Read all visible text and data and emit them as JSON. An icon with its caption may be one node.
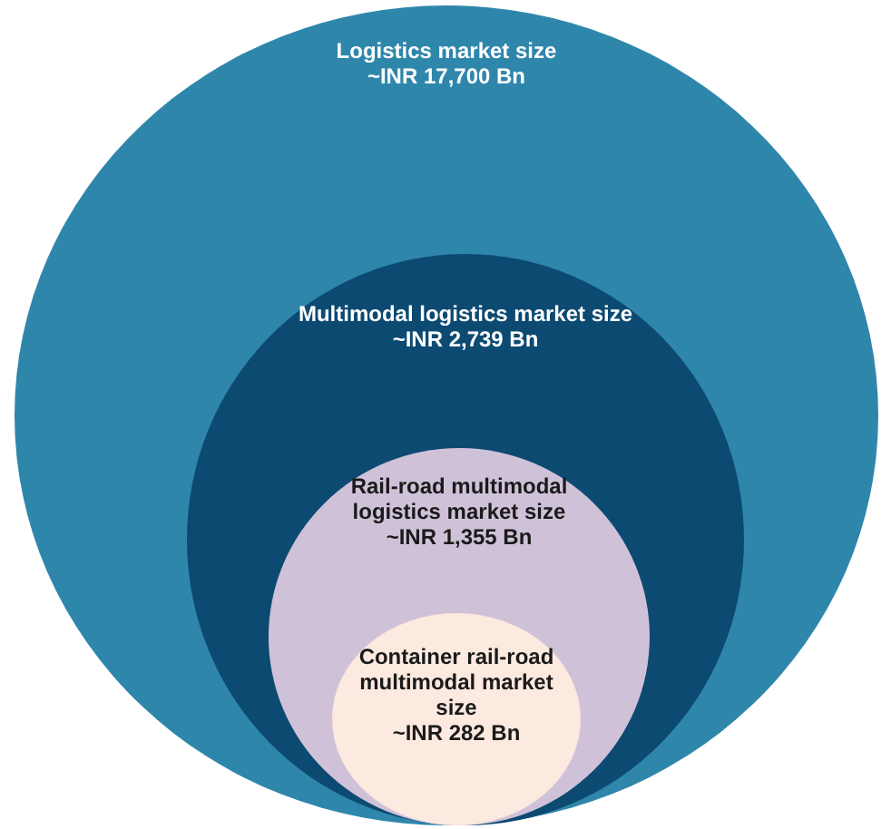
{
  "diagram": {
    "nodes": [
      {
        "text": [
          "Logistics market size",
          "~INR 17,700 Bn"
        ]
      },
      {
        "text": [
          "Multimodal logistics market size",
          "~INR 2,739 Bn"
        ],
        "in": 0
      },
      {
        "text": [
          "Rail-road multimodal logistics market size",
          "~INR 1,355 Bn"
        ],
        "in": 1
      },
      {
        "text": [
          "Container rail-road multimodal market size",
          "~INR 282 Bn"
        ],
        "in": 2
      }
    ]
  }
}
